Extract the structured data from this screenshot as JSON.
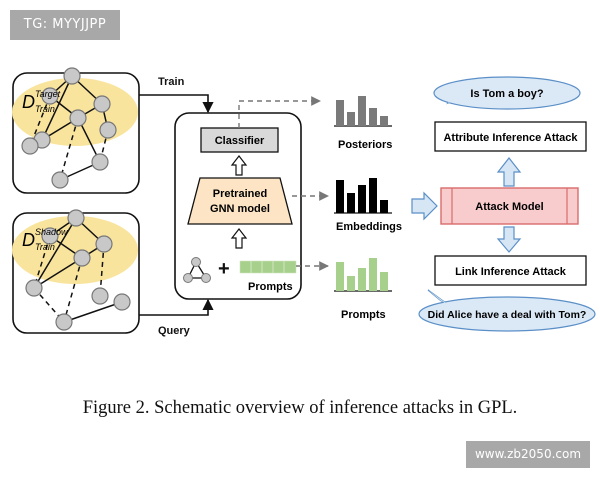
{
  "watermark_top": "TG: MYYJJPP",
  "watermark_bottom": "www.zb2050.com",
  "graphs": {
    "target": {
      "d": "D",
      "sup": "Target",
      "sub": "Train"
    },
    "shadow": {
      "d": "D",
      "sup": "Shadow",
      "sub": "Train"
    }
  },
  "labels": {
    "train": "Train",
    "query": "Query",
    "classifier": "Classifier",
    "gnn_line1": "Pretrained",
    "gnn_line2": "GNN model",
    "prompts_in": "Prompts",
    "posteriors": "Posteriors",
    "embeddings": "Embeddings",
    "prompts_out": "Prompts",
    "attack_model": "Attack Model",
    "attribute_attack": "Attribute Inference Attack",
    "link_attack": "Link Inference Attack",
    "bubble_top": "Is Tom a boy?",
    "bubble_bottom": "Did Alice have a deal with Tom?"
  },
  "colors": {
    "posteriors_bars": "#7a7a7a",
    "embeddings_bars": "#000000",
    "prompts_bars": "#a8d08d",
    "attack_model_fill": "#f8cccc",
    "attack_model_stroke": "#d96b6b",
    "gnn_fill": "#fce4c4",
    "graph_highlight": "#f9e49e",
    "bubble_fill": "#dbe9f7",
    "arrow_fill": "#d6e6f5"
  },
  "caption": "Figure 2. Schematic overview of inference attacks in GPL."
}
